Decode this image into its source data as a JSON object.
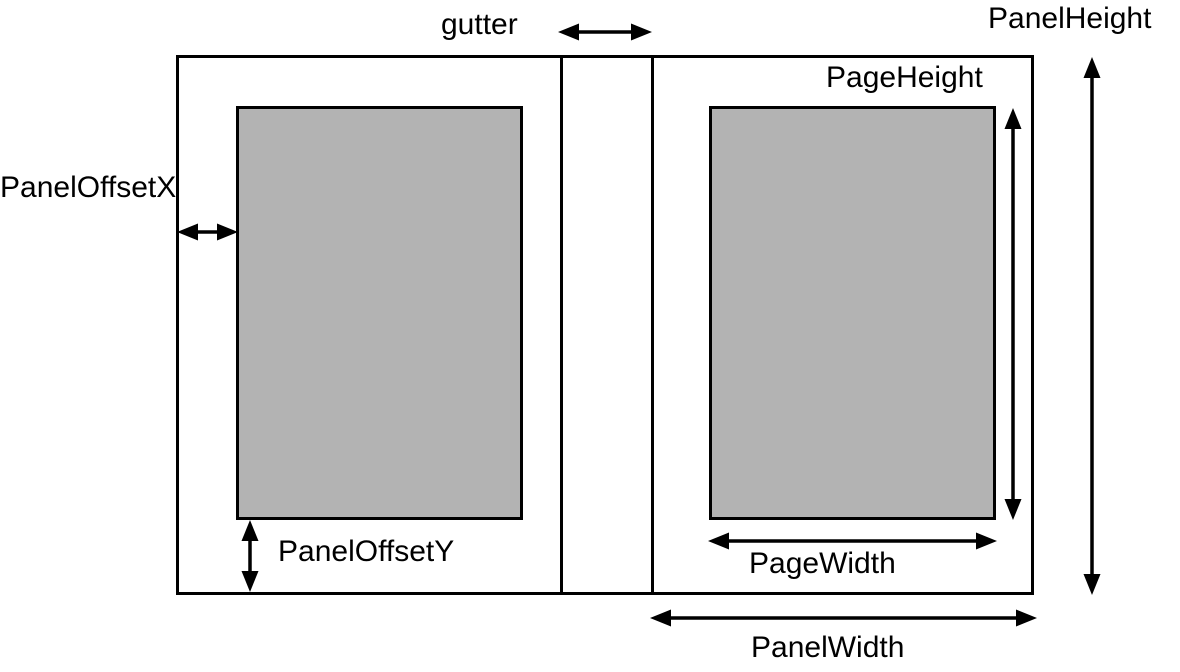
{
  "figure": {
    "labels": {
      "gutter": "gutter",
      "panel_height": "PanelHeight",
      "page_height": "PageHeight",
      "panel_offset_x": "PanelOffsetX",
      "panel_offset_y": "PanelOffsetY",
      "page_width": "PageWidth",
      "panel_width": "PanelWidth"
    },
    "colors": {
      "page_fill": "#b3b3b3",
      "line": "#000000",
      "background": "#ffffff"
    }
  }
}
